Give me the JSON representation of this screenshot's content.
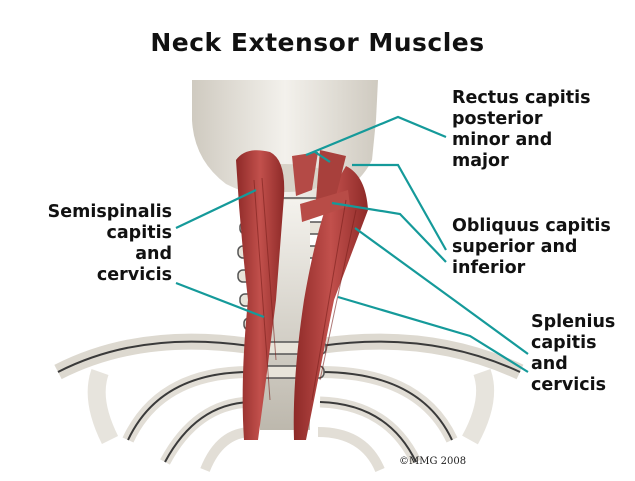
{
  "title": "Neck Extensor Muscles",
  "labels": {
    "rectus": [
      "Rectus capitis",
      "posterior",
      "minor and",
      "major"
    ],
    "obliquus": [
      "Obliquus capitis",
      "superior and",
      "inferior"
    ],
    "semispinalis": [
      "Semispinalis",
      "capitis",
      "and",
      "cervicis"
    ],
    "splenius": [
      "Splenius",
      "capitis",
      "and",
      "cervicis"
    ]
  },
  "copyright": "©MMG 2008",
  "colors": {
    "leader_line": "#159a9a",
    "muscle": "#b5403f",
    "bone": "#ece9e1"
  }
}
